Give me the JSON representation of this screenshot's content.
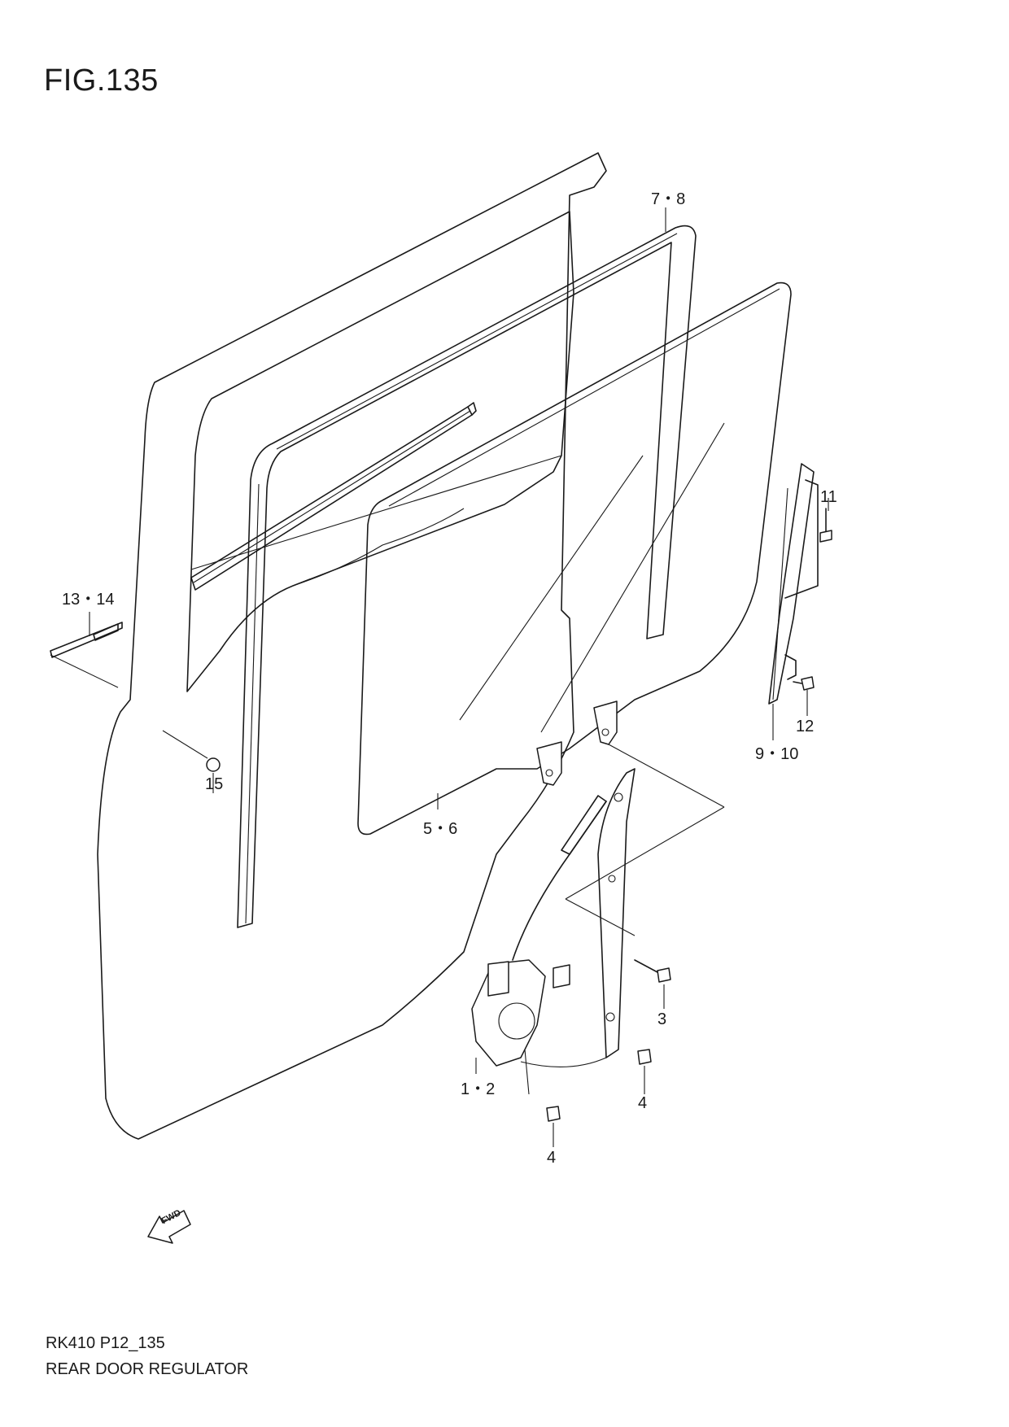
{
  "figure": {
    "title": "FIG.135"
  },
  "callouts": {
    "c7_8": "7・8",
    "c11": "11",
    "c13_14": "13・14",
    "c12": "12",
    "c9_10": "9・10",
    "c15": "15",
    "c5_6": "5・6",
    "c3": "3",
    "c1_2": "1・2",
    "c4a": "4",
    "c4b": "4"
  },
  "direction_arrow": {
    "label": "FWD"
  },
  "footer": {
    "code": "RK410 P12_135",
    "name": "REAR DOOR REGULATOR"
  }
}
